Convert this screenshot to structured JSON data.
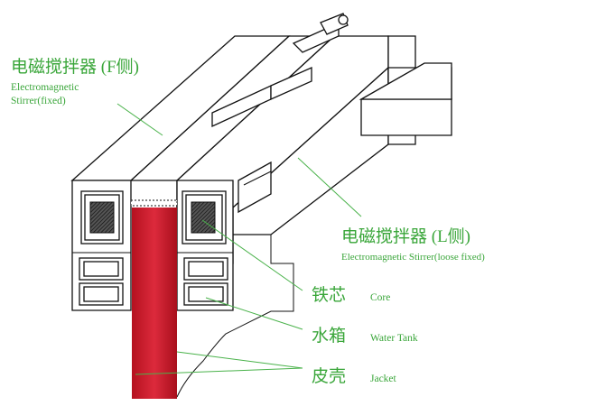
{
  "labels": {
    "stirrer_fixed": {
      "zh": "电磁搅拌器 (F侧)",
      "en_line1": "Electromagnetic",
      "en_line2": "Stirrer(fixed)"
    },
    "stirrer_loose": {
      "zh": "电磁搅拌器 (L侧)",
      "en": "Electromagnetic Stirrer(loose fixed)"
    },
    "core": {
      "zh": "铁芯",
      "en": "Core"
    },
    "water_tank": {
      "zh": "水箱",
      "en": "Water Tank"
    },
    "jacket": {
      "zh": "皮壳",
      "en": "Jacket"
    }
  },
  "colors": {
    "label_green": "#3aa63a",
    "strand_red": "#c9182b",
    "core_hatch": "#333333",
    "line": "#111111"
  }
}
